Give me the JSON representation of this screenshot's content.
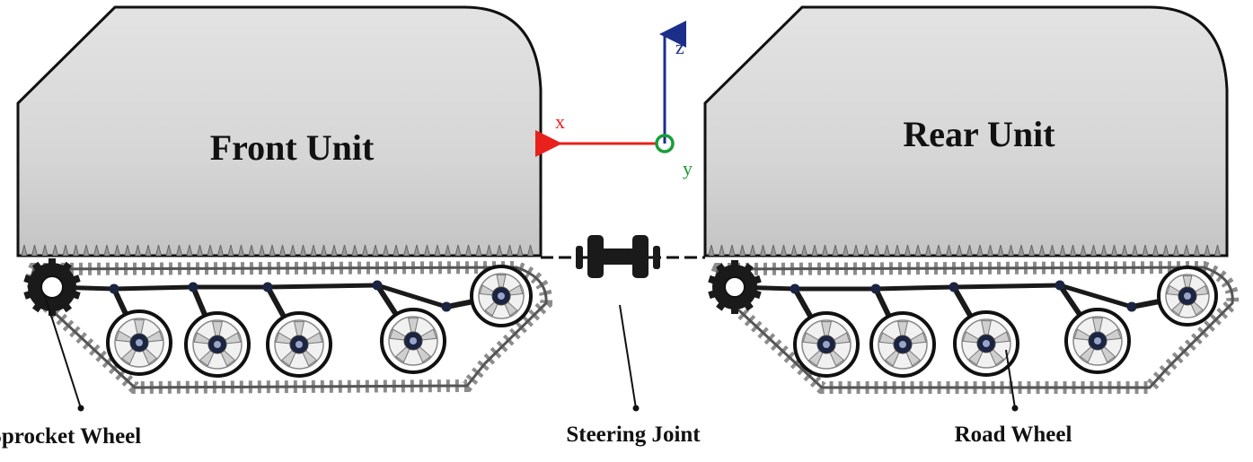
{
  "units": {
    "front_label": "Front Unit",
    "rear_label": "Rear Unit"
  },
  "axes": {
    "x_label": "x",
    "y_label": "y",
    "z_label": "z",
    "x_color": "#e8211d",
    "y_color": "#1a9e3a",
    "z_color": "#1b2f8a"
  },
  "callouts": {
    "sprocket": "Sprocket Wheel",
    "steering": "Steering Joint",
    "road_wheel": "Road Wheel"
  },
  "icons": [
    "sprocket-wheel-icon",
    "road-wheel-icon",
    "steering-joint-icon",
    "axis-origin-icon"
  ]
}
